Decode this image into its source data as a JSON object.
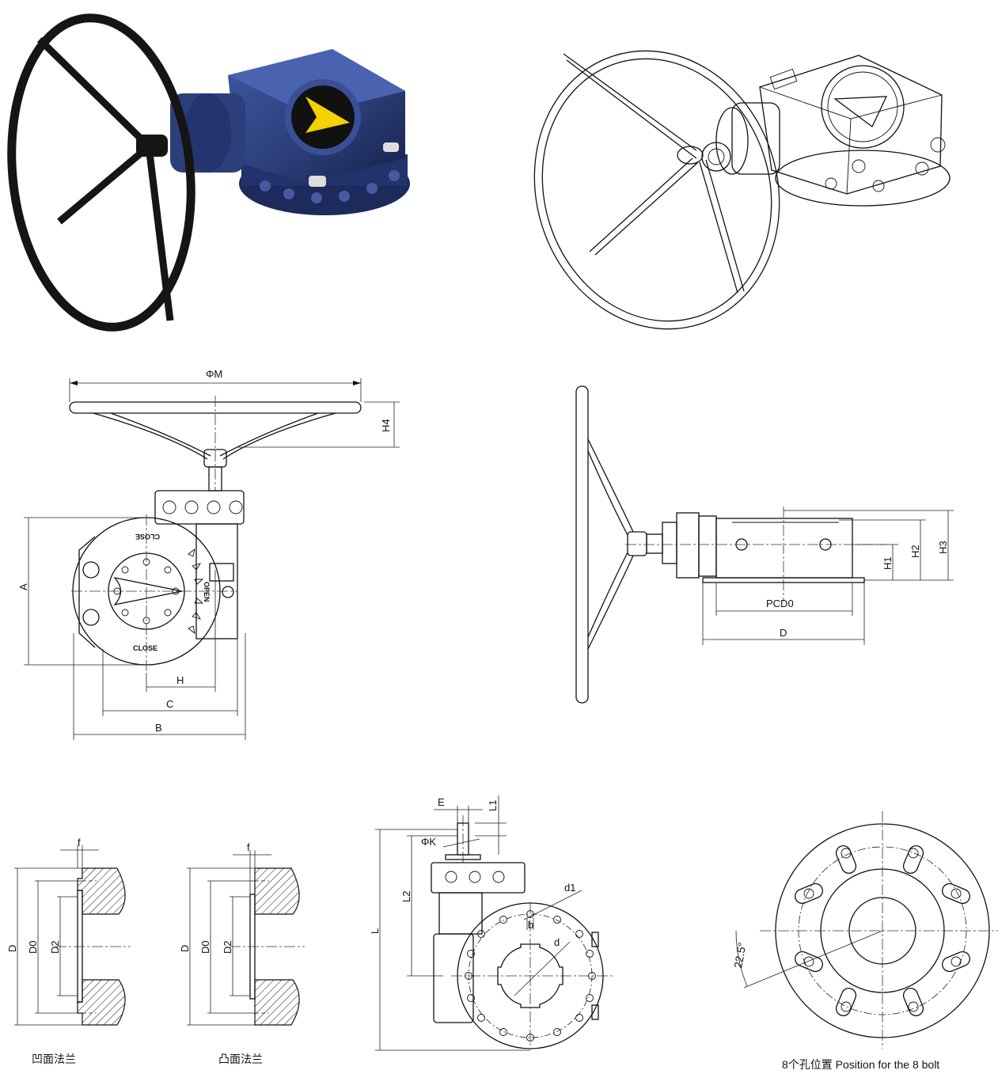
{
  "labels": {
    "phi_m": "ΦM",
    "h4": "H4",
    "a": "A",
    "h": "H",
    "c": "C",
    "b": "B",
    "close_top": "CLOSE",
    "close_bottom": "CLOSE",
    "open": "OPEN",
    "h1": "H1",
    "h2": "H2",
    "h3": "H3",
    "pcd0": "PCD0",
    "d_side": "D",
    "f_left": "f",
    "d_left": "D",
    "d0_left": "D0",
    "d2_left": "D2",
    "f_mid": "f",
    "d_mid": "D",
    "d0_mid": "D0",
    "d2_mid": "D2",
    "e": "E",
    "l1": "L1",
    "phi_k": "ΦK",
    "l2": "L2",
    "l": "L",
    "d1": "d1",
    "b_small": "b",
    "d_small": "d",
    "angle": "22.5°"
  },
  "captions": {
    "recessed_flange": "凹面法兰",
    "raised_flange": "凸面法兰",
    "bolt_positions": "8个孔位置 Position for the 8 bolt"
  },
  "colors": {
    "body_blue": "#2c3f7a",
    "handwheel_black": "#1a1a1a",
    "pointer_yellow": "#f2d200",
    "line": "#111111"
  }
}
